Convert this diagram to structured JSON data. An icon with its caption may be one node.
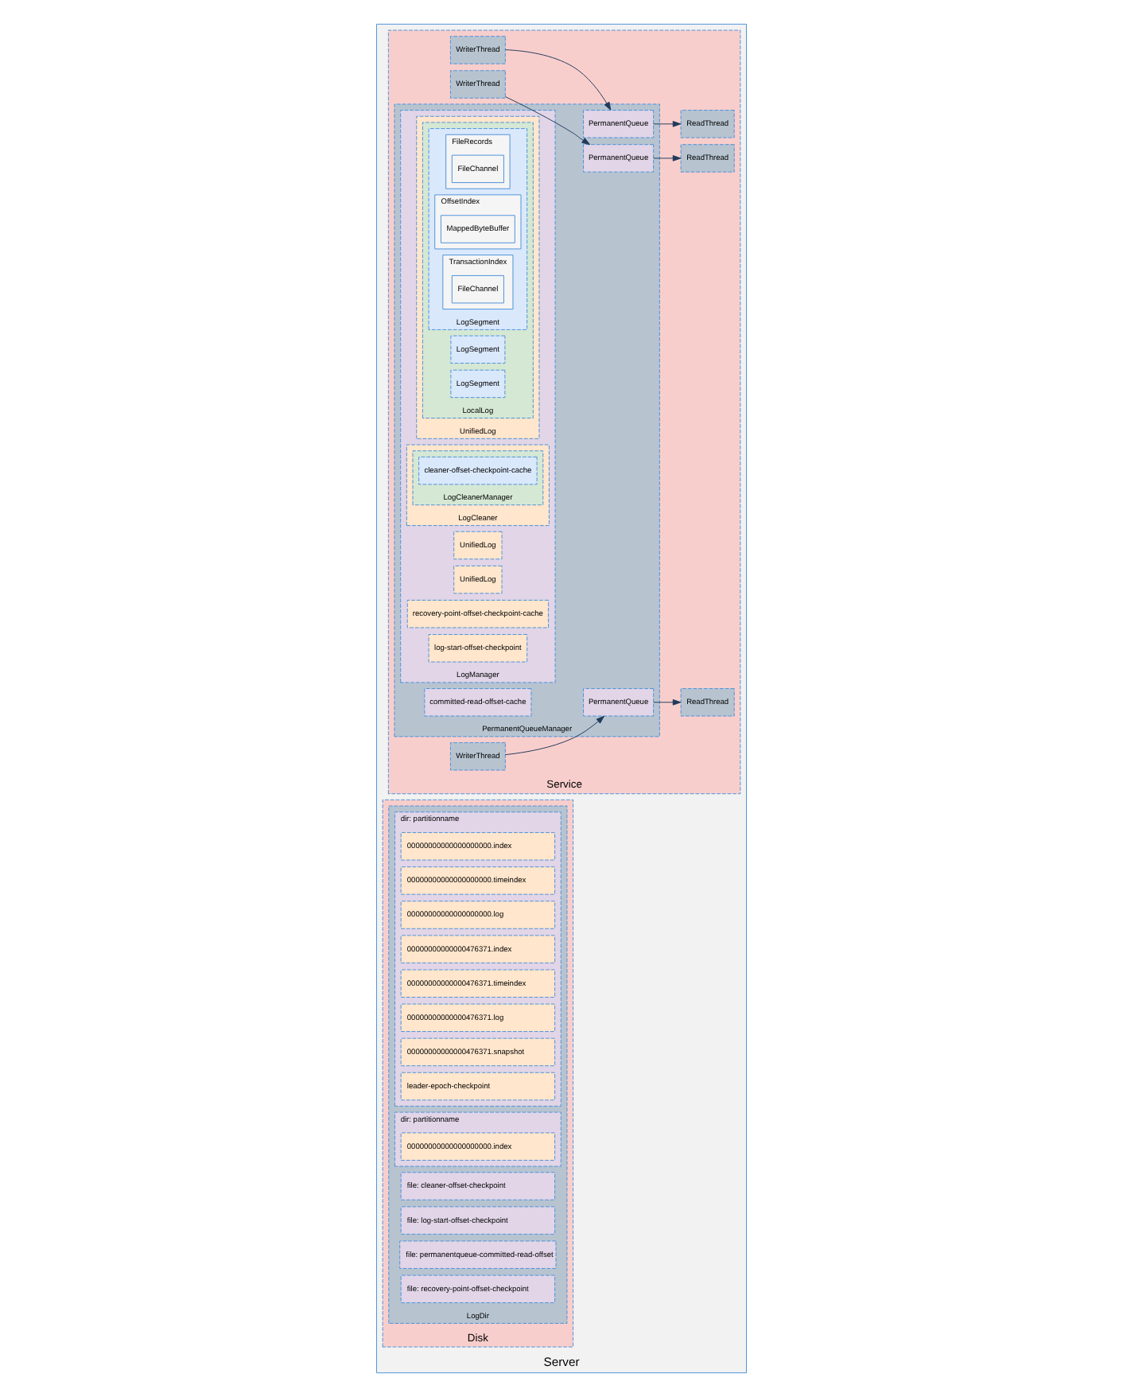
{
  "diagram": {
    "nodes": [
      {
        "text": [
          "Server"
        ]
      },
      {
        "text": [
          "Service"
        ],
        "in": 0
      },
      {
        "text": [
          "WriterThread"
        ],
        "in": 1
      },
      {
        "text": [
          "WriterThread"
        ],
        "in": 1
      },
      {
        "text": [
          "WriterThread"
        ],
        "in": 1
      },
      {
        "text": [
          "PermanentQueueManager"
        ],
        "in": 1
      },
      {
        "text": [
          "PermanentQueue"
        ],
        "in": 5
      },
      {
        "text": [
          "PermanentQueue"
        ],
        "in": 5
      },
      {
        "text": [
          "PermanentQueue"
        ],
        "in": 5
      },
      {
        "text": [
          "ReadThread"
        ],
        "in": 1
      },
      {
        "text": [
          "ReadThread"
        ],
        "in": 1
      },
      {
        "text": [
          "ReadThread"
        ],
        "in": 1
      },
      {
        "text": [
          "committed-read-offset-cache"
        ],
        "in": 5
      },
      {
        "text": [
          "LogManager"
        ],
        "in": 5
      },
      {
        "text": [
          "UnifiedLog"
        ],
        "in": 13
      },
      {
        "text": [
          "LocalLog"
        ],
        "in": 14
      },
      {
        "text": [
          "LogSegment"
        ],
        "in": 15
      },
      {
        "text": [
          "FileRecords"
        ],
        "in": 16
      },
      {
        "text": [
          "FileChannel"
        ],
        "in": 17
      },
      {
        "text": [
          "OffsetIndex"
        ],
        "in": 16
      },
      {
        "text": [
          "MappedByteBuffer"
        ],
        "in": 19
      },
      {
        "text": [
          "TransactionIndex"
        ],
        "in": 16
      },
      {
        "text": [
          "FileChannel"
        ],
        "in": 21
      },
      {
        "text": [
          "LogSegment"
        ],
        "in": 15
      },
      {
        "text": [
          "LogSegment"
        ],
        "in": 15
      },
      {
        "text": [
          "UnifiedLog"
        ],
        "in": 13
      },
      {
        "text": [
          "UnifiedLog"
        ],
        "in": 13
      },
      {
        "text": [
          "recovery-point-offset-checkpoint-cache"
        ],
        "in": 13
      },
      {
        "text": [
          "log-start-offset-checkpoint"
        ],
        "in": 13
      },
      {
        "text": [
          "LogCleaner"
        ],
        "in": 13
      },
      {
        "text": [
          "LogCleanerManager"
        ],
        "in": 29
      },
      {
        "text": [
          "cleaner-offset-checkpoint-cache"
        ],
        "in": 30
      },
      {
        "text": [
          "Disk"
        ],
        "in": 0
      },
      {
        "text": [
          "LogDir"
        ],
        "in": 32
      },
      {
        "text": [
          "file: cleaner-offset-checkpoint"
        ],
        "in": 33
      },
      {
        "text": [
          "file: log-start-offset-checkpoint"
        ],
        "in": 33
      },
      {
        "text": [
          "file: permanentqueue-committed-read-offset"
        ],
        "in": 33
      },
      {
        "text": [
          "file: recovery-point-offset-checkpoint"
        ],
        "in": 33
      },
      {
        "text": [
          "dir: partitionname"
        ],
        "in": 33
      },
      {
        "text": [
          "00000000000000000000.index"
        ],
        "in": 38
      },
      {
        "text": [
          "00000000000000000000.timeindex"
        ],
        "in": 38
      },
      {
        "text": [
          "00000000000000000000.log"
        ],
        "in": 38
      },
      {
        "text": [
          "00000000000000476371.index"
        ],
        "in": 38
      },
      {
        "text": [
          "00000000000000476371.timeindex"
        ],
        "in": 38
      },
      {
        "text": [
          "00000000000000476371.log"
        ],
        "in": 38
      },
      {
        "text": [
          "00000000000000476371.snapshot"
        ],
        "in": 38
      },
      {
        "text": [
          "leader-epoch-checkpoint"
        ],
        "in": 38
      },
      {
        "text": [
          "dir: partitionname"
        ],
        "in": 33
      },
      {
        "text": [
          "00000000000000000000.index"
        ],
        "in": 47
      }
    ],
    "edges": [
      {
        "from": 2,
        "to": 6,
        "arrow": "to"
      },
      {
        "from": 3,
        "to": 7,
        "arrow": "to"
      },
      {
        "from": 4,
        "to": 8,
        "arrow": "to"
      },
      {
        "from": 6,
        "to": 9,
        "arrow": "to"
      },
      {
        "from": 7,
        "to": 10,
        "arrow": "to"
      },
      {
        "from": 8,
        "to": 11,
        "arrow": "to"
      }
    ]
  }
}
